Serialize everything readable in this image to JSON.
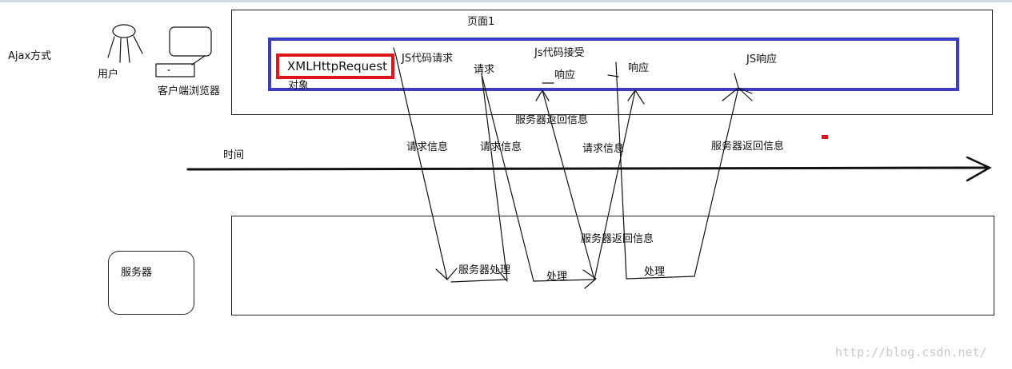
{
  "labels": {
    "ajax_mode": "Ajax方式",
    "user": "用户",
    "browser": "客户端浏览器",
    "page": "页面1",
    "xhr": "XMLHttpRequest",
    "xhr_object": "对象",
    "js_request": "JS代码请求",
    "request": "请求",
    "js_receive": "Js代码接受",
    "response_1": "响应",
    "response_2": "响应",
    "js_response": "JS响应",
    "server_return_top": "服务器返回信息",
    "time": "时间",
    "request_info_1": "请求信息",
    "request_info_2": "请求信息",
    "request_info_3": "请求信息",
    "server_return_mid": "服务器返回信息",
    "server_return_bottom": "服务器返回信息",
    "server": "服务器",
    "server_process": "服务器处理",
    "process_1": "处理",
    "process_2": "处理"
  },
  "watermark": "http://blog.csdn.net/",
  "colors": {
    "blue_frame": "#3b3ec4",
    "red_frame": "#e0161d",
    "line": "#111111"
  }
}
